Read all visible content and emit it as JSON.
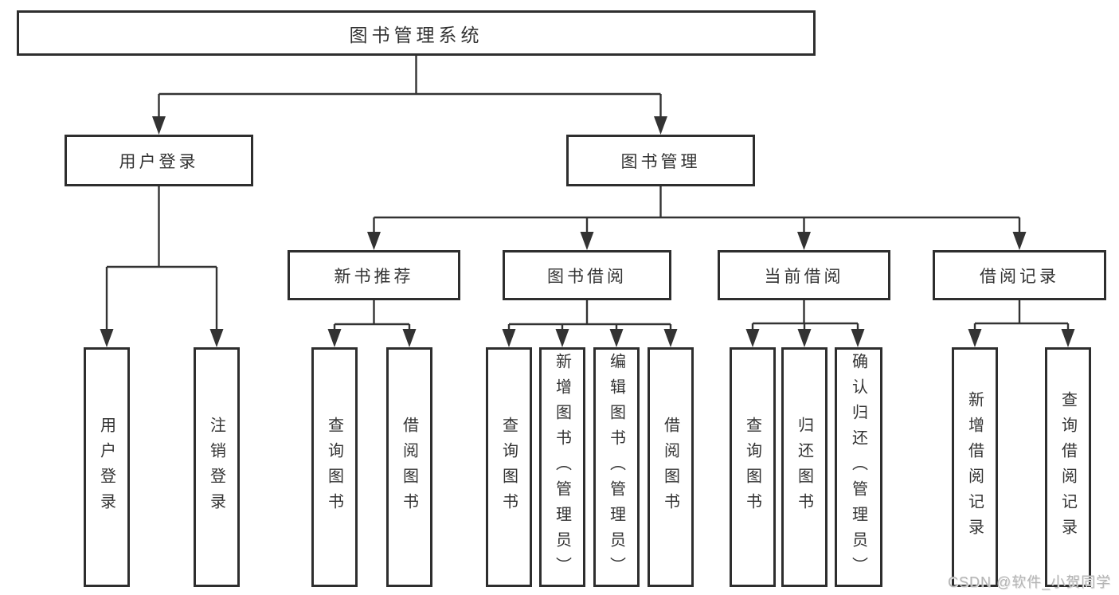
{
  "diagram": {
    "title": "图书管理系统",
    "level2": {
      "user_login": "用户登录",
      "book_mgmt": "图书管理"
    },
    "level3": {
      "new_book_rec": "新书推荐",
      "book_borrow": "图书借阅",
      "current_borrow": "当前借阅",
      "borrow_records": "借阅记录"
    },
    "leaves": {
      "user_login": {
        "login": "用户登录",
        "logout": "注销登录"
      },
      "new_book_rec": {
        "query": "查询图书",
        "borrow": "借阅图书"
      },
      "book_borrow": {
        "query": "查询图书",
        "add": "新增图书（管理员）",
        "edit": "编辑图书（管理员）",
        "borrow": "借阅图书"
      },
      "current_borrow": {
        "query": "查询图书",
        "return": "归还图书",
        "confirm": "确认归还（管理员）"
      },
      "borrow_records": {
        "add": "新增借阅记录",
        "query": "查询借阅记录"
      }
    }
  },
  "watermark": {
    "text": "CSDN @软件_小贺同学"
  },
  "colors": {
    "line": "#333333",
    "box_border": "#2e2e2e",
    "text": "#333333",
    "watermark": "#b4b4b4",
    "background": "#ffffff"
  }
}
